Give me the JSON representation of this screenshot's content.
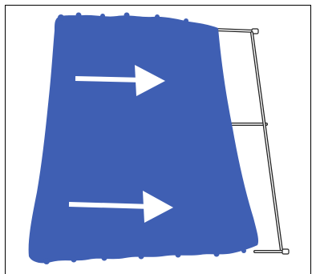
{
  "illustration": {
    "subject": "curtain-on-rail-frame",
    "colors": {
      "curtain": "#3f5fb3",
      "arrow": "#ffffff",
      "frame_line": "#222222",
      "border": "#000000",
      "background": "#ffffff"
    },
    "arrows": [
      {
        "name": "upper-arrow",
        "direction": "right"
      },
      {
        "name": "lower-arrow",
        "direction": "right"
      }
    ]
  }
}
